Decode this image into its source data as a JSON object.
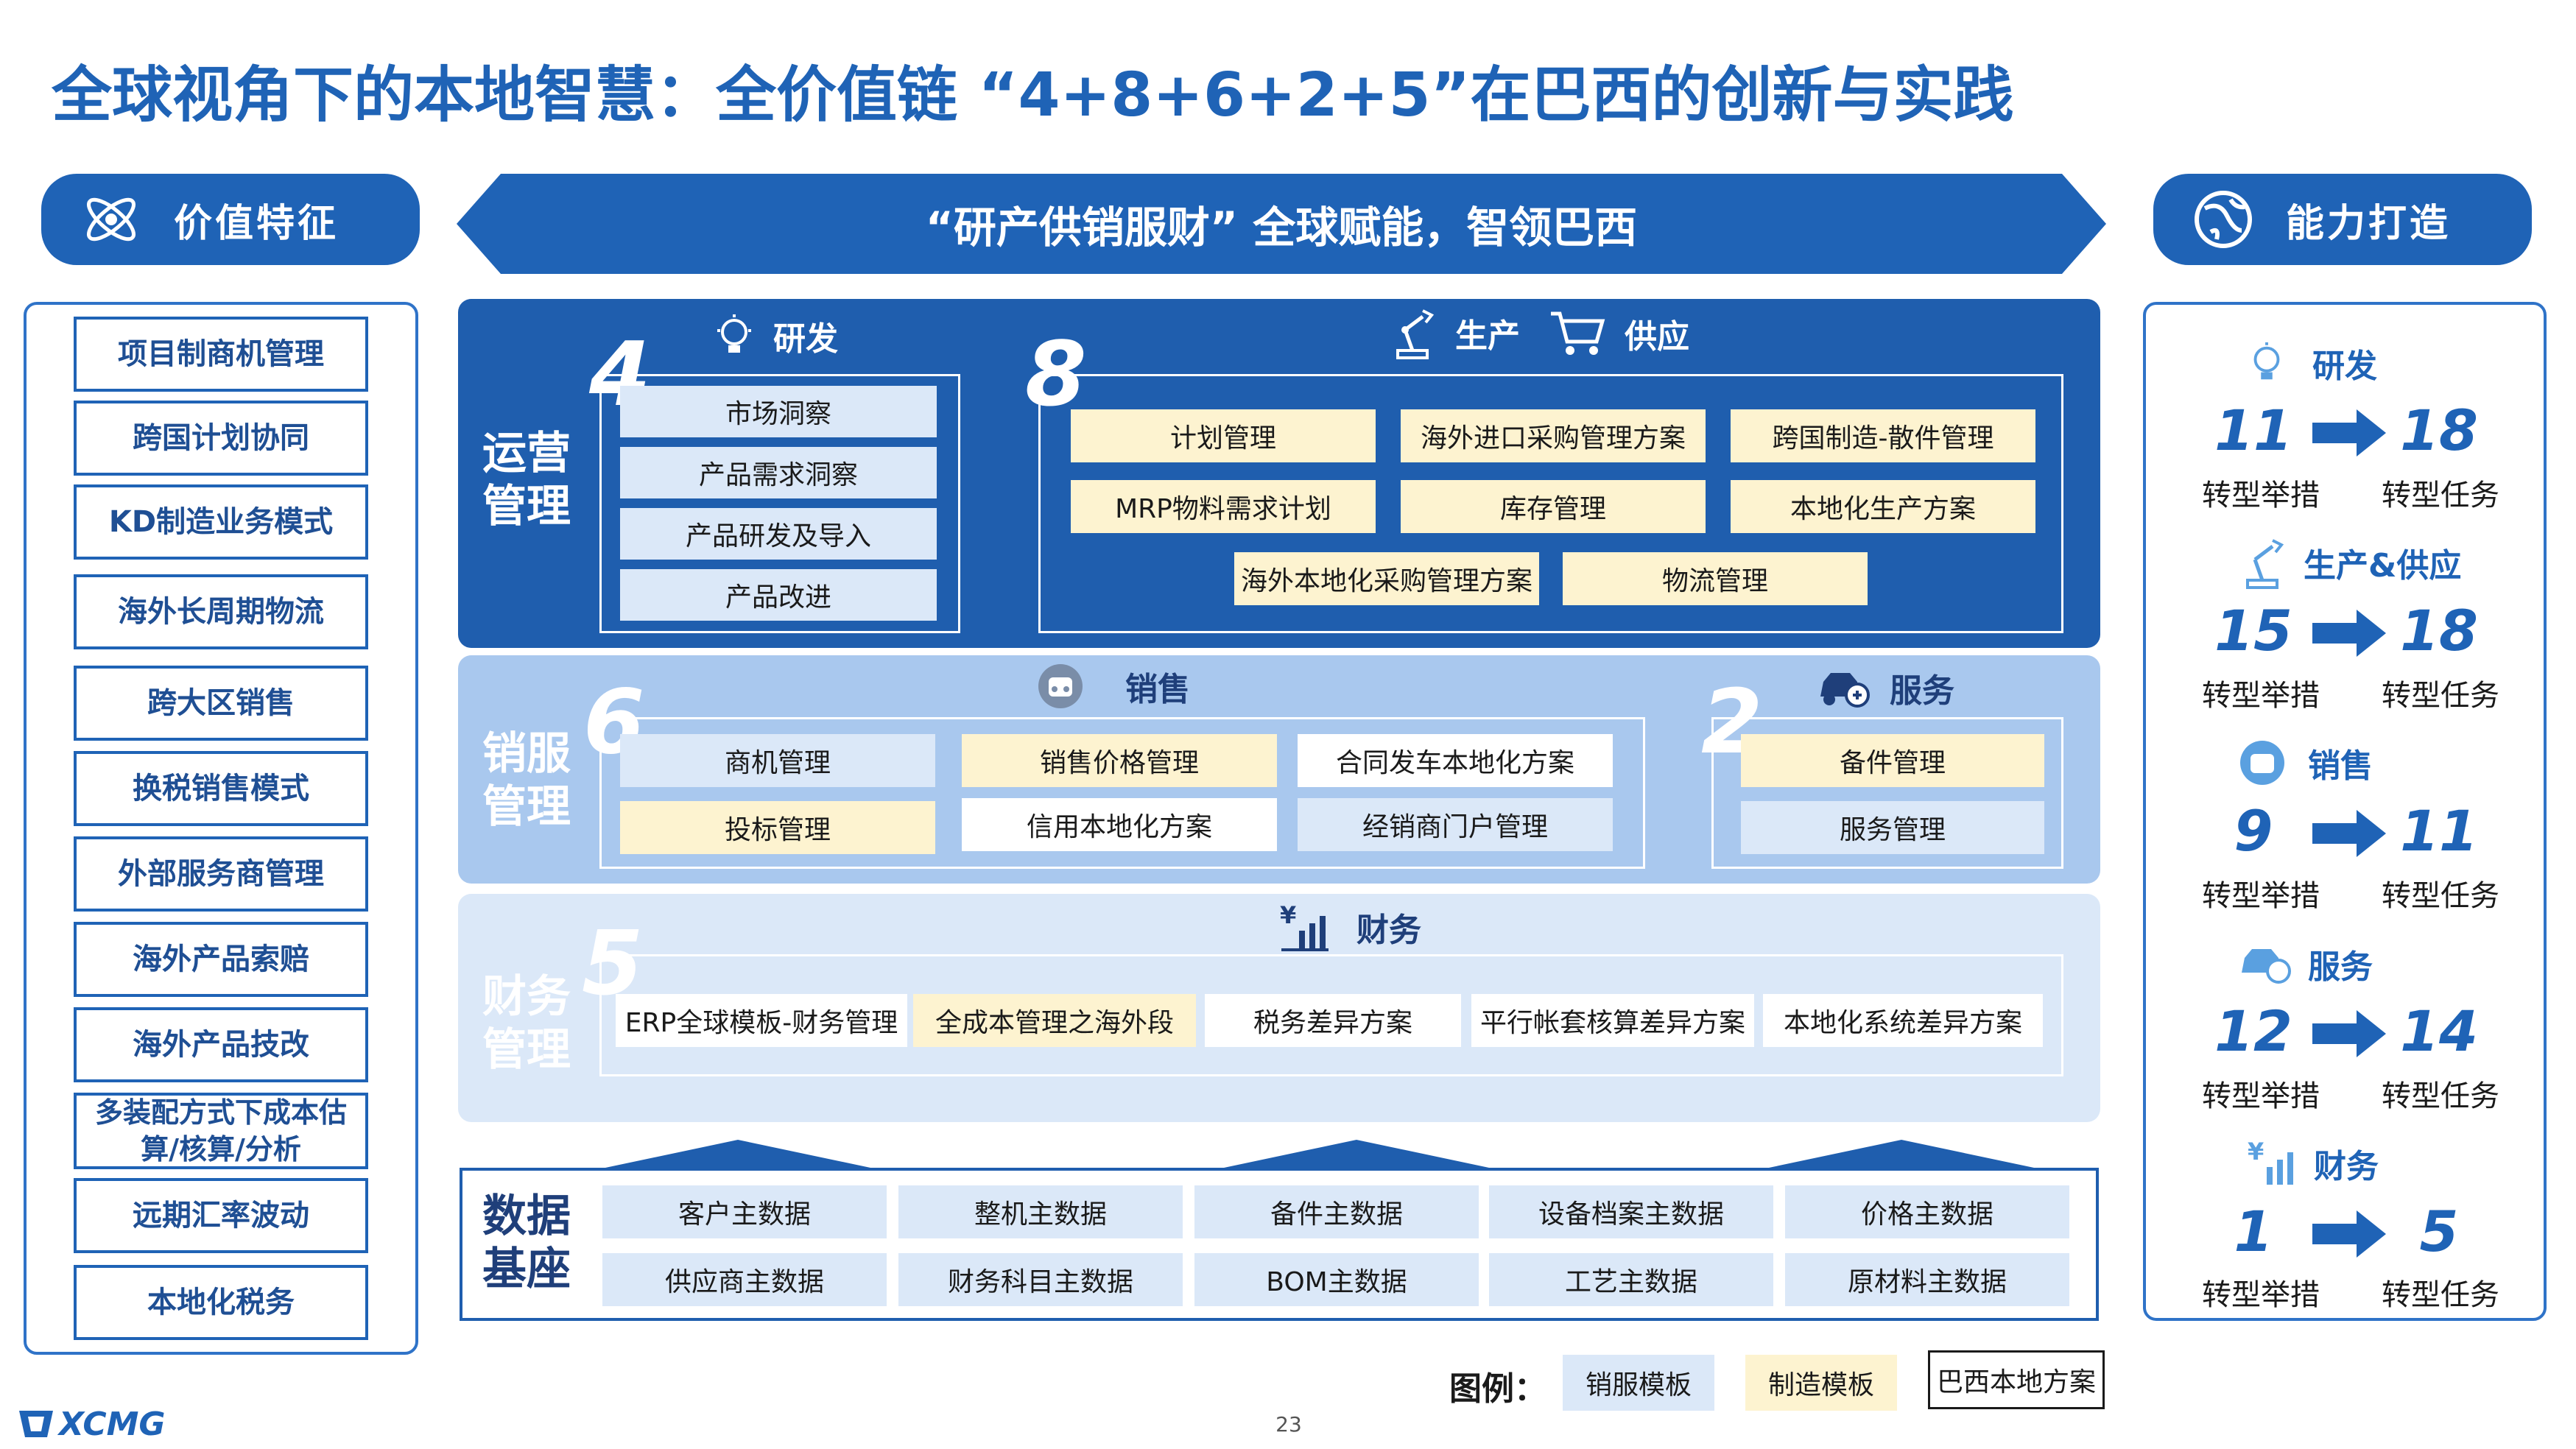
{
  "title": "全球视角下的本地智慧：全价值链 “4+8+6+2+5”在巴西的创新与实践",
  "left": {
    "header": "价值特征",
    "icon": "atom-icon",
    "items": [
      "项目制商机管理",
      "跨国计划协同",
      "KD制造业务模式",
      "海外长周期物流",
      "跨大区销售",
      "换税销售模式",
      "外部服务商管理",
      "海外产品索赔",
      "海外产品技改",
      "多装配方式下成本估算/核算/分析",
      "远期汇率波动",
      "本地化税务"
    ]
  },
  "banner": "“研产供销服财” 全球赋能，智领巴西",
  "right": {
    "header": "能力打造",
    "icon": "globe-icon",
    "groups": [
      {
        "name": "研发",
        "icon": "bulb-icon",
        "from": "11",
        "to": "18",
        "from_label": "转型举措",
        "to_label": "转型任务"
      },
      {
        "name": "生产&供应",
        "icon": "robot-arm-icon",
        "from": "15",
        "to": "18",
        "from_label": "转型举措",
        "to_label": "转型任务"
      },
      {
        "name": "销售",
        "icon": "sales-icon",
        "from": "9",
        "to": "11",
        "from_label": "转型举措",
        "to_label": "转型任务"
      },
      {
        "name": "服务",
        "icon": "service-car-icon",
        "from": "12",
        "to": "14",
        "from_label": "转型举措",
        "to_label": "转型任务"
      },
      {
        "name": "财务",
        "icon": "finance-icon",
        "from": "1",
        "to": "5",
        "from_label": "转型举措",
        "to_label": "转型任务"
      }
    ]
  },
  "ops": {
    "label": "运营管理",
    "rd": {
      "num": "4",
      "head": "研发",
      "items": [
        "市场洞察",
        "产品需求洞察",
        "产品研发及导入",
        "产品改进"
      ]
    },
    "ps": {
      "num": "8",
      "head1": "生产",
      "head2": "供应",
      "row1": [
        "计划管理",
        "海外进口采购管理方案",
        "跨国制造-散件管理"
      ],
      "row2": [
        "MRP物料需求计划",
        "库存管理",
        "本地化生产方案"
      ],
      "row3": [
        "海外本地化采购管理方案",
        "物流管理"
      ]
    }
  },
  "sales": {
    "label": "销服管理",
    "sale": {
      "num": "6",
      "head": "销售",
      "row1": [
        "商机管理",
        "销售价格管理",
        "合同发车本地化方案"
      ],
      "row2": [
        "投标管理",
        "信用本地化方案",
        "经销商门户管理"
      ]
    },
    "service": {
      "num": "2",
      "head": "服务",
      "items": [
        "备件管理",
        "服务管理"
      ]
    }
  },
  "finance": {
    "label": "财务管理",
    "num": "5",
    "head": "财务",
    "items": [
      "ERP全球模板-财务管理",
      "全成本管理之海外段",
      "税务差异方案",
      "平行帐套核算差异方案",
      "本地化系统差异方案"
    ]
  },
  "data_base": {
    "label": "数据基座",
    "row1": [
      "客户主数据",
      "整机主数据",
      "备件主数据",
      "设备档案主数据",
      "价格主数据"
    ],
    "row2": [
      "供应商主数据",
      "财务科目主数据",
      "BOM主数据",
      "工艺主数据",
      "原材料主数据"
    ]
  },
  "legend": {
    "label": "图例：",
    "items": [
      "销服模板",
      "制造模板",
      "巴西本地方案"
    ]
  },
  "page_number": "23",
  "logo": "XCMG",
  "colors": {
    "primary": "#1f63b6",
    "yellow": "#fdf3d0",
    "light_blue": "#dbe8f8"
  }
}
